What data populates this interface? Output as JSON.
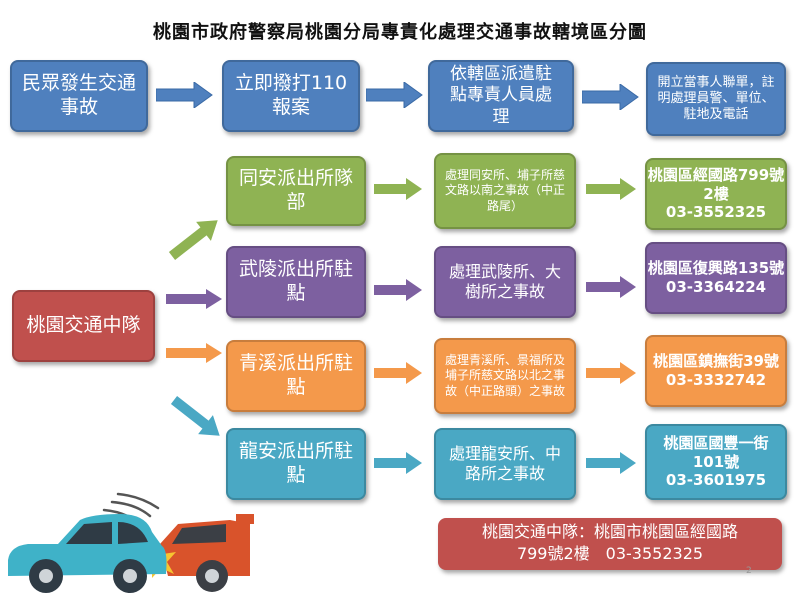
{
  "title": "桃園市政府警察局桃園分局專責化處理交通事故轄境區分圖",
  "top_row": {
    "step1": "民眾發生交通事故",
    "step2": "立即撥打110報案",
    "step3": "依轄區派遣駐點專責人員處理",
    "step4": "開立當事人聯單，註明處理員警、單位、駐地及電話"
  },
  "center": "桃園交通中隊",
  "units": [
    {
      "name": "同安派出所隊部",
      "scope": "處理同安所、埔子所慈文路以南之事故（中正路尾）",
      "address": "桃園區經國路799號2樓",
      "phone": "03-3552325",
      "color": "#8fb353"
    },
    {
      "name": "武陵派出所駐點",
      "scope": "處理武陵所、大樹所之事故",
      "address": "桃園區復興路135號",
      "phone": "03-3364224",
      "color": "#7d60a0"
    },
    {
      "name": "青溪派出所駐點",
      "scope": "處理青溪所、景福所及埔子所慈文路以北之事故（中正路頭）之事故",
      "address": "桃園區鎮撫街39號",
      "phone": "03-3332742",
      "color": "#f4994b"
    },
    {
      "name": "龍安派出所駐點",
      "scope": "處理龍安所、中路所之事故",
      "address": "桃園區國豐一街101號",
      "phone": "03-3601975",
      "color": "#4aa8c4"
    }
  ],
  "footer": {
    "line1": "桃園交通中隊：桃園市桃園區經國路",
    "line2": "799號2樓　03-3552325"
  },
  "page_number": "2",
  "colors": {
    "blue": "#4f80be",
    "red": "#c0504d",
    "arrow_blue": "#4f80be"
  }
}
